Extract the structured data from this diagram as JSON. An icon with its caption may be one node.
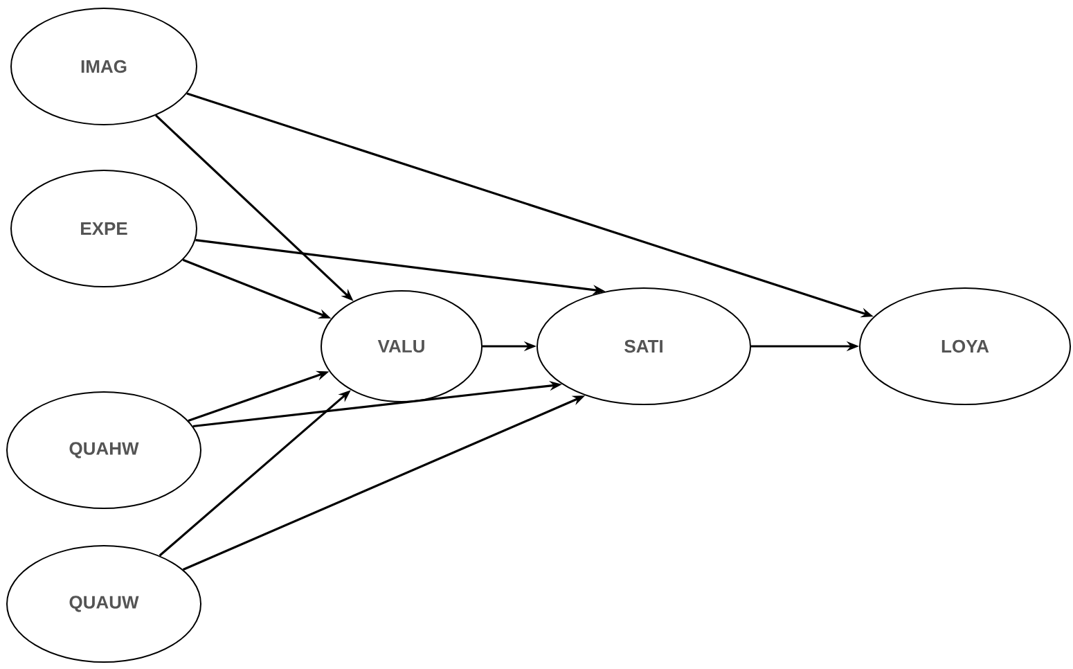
{
  "diagram": {
    "nodes": [
      {
        "text": [
          "IMAG"
        ]
      },
      {
        "text": [
          "EXPE"
        ]
      },
      {
        "text": [
          "VALU"
        ]
      },
      {
        "text": [
          "SATI"
        ]
      },
      {
        "text": [
          "LOYA"
        ]
      },
      {
        "text": [
          "QUAHW"
        ]
      },
      {
        "text": [
          "QUAUW"
        ]
      }
    ],
    "edges": [
      {
        "from": 0,
        "to": 2,
        "arrow": "to"
      },
      {
        "from": 0,
        "to": 4,
        "arrow": "to"
      },
      {
        "from": 1,
        "to": 2,
        "arrow": "to"
      },
      {
        "from": 1,
        "to": 3,
        "arrow": "to"
      },
      {
        "from": 2,
        "to": 3,
        "arrow": "to"
      },
      {
        "from": 3,
        "to": 4,
        "arrow": "to"
      },
      {
        "from": 5,
        "to": 2,
        "arrow": "to"
      },
      {
        "from": 5,
        "to": 3,
        "arrow": "to"
      },
      {
        "from": 6,
        "to": 2,
        "arrow": "to"
      },
      {
        "from": 6,
        "to": 3,
        "arrow": "to"
      }
    ]
  }
}
